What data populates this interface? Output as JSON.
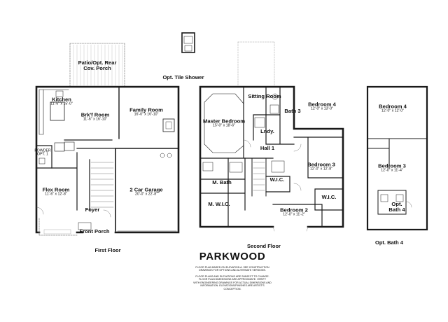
{
  "title": "PARKWOOD",
  "captions": {
    "first_floor": "First Floor",
    "second_floor": "Second Floor",
    "opt_bath4": "Opt. Bath 4",
    "opt_tile_shower": "Opt. Tile Shower"
  },
  "rooms": {
    "patio": {
      "name": "Patio/Opt. Rear Cov. Porch",
      "line1": "Patio/Opt. Rear",
      "line2": "Cov. Porch"
    },
    "kitchen": {
      "name": "Kitchen",
      "dims": "11'-6\" x 15'-0\""
    },
    "brkf": {
      "name": "Brk'f Room",
      "dims": "11'-6\" x 16'-10\""
    },
    "family": {
      "name": "Family Room",
      "dims": "16'-0\" x 16'-10\""
    },
    "flex": {
      "name": "Flex Room",
      "dims": "11'-6\" x 12'-8\""
    },
    "garage": {
      "name": "2 Car Garage",
      "dims": "20'-0\" x 22'-8\""
    },
    "foyer": {
      "name": "Foyer"
    },
    "front_porch": {
      "name": "Front Porch"
    },
    "powder": {
      "name": "POWDER",
      "detail": "OPT. 1"
    },
    "master": {
      "name": "Master Bedroom",
      "dims": "15'-0\" x 18'-6\""
    },
    "sitting": {
      "name": "Sitting Room"
    },
    "bath3": {
      "name": "Bath 3"
    },
    "lndy": {
      "name": "Lndy."
    },
    "bed4": {
      "name": "Bedroom 4",
      "dims": "12'-0\" x 13'-0\""
    },
    "hall": {
      "name": "Hall 1"
    },
    "bed3": {
      "name": "Bedroom 3",
      "dims": "12'-0\" x 12'-8\""
    },
    "mbath": {
      "name": "M. Bath"
    },
    "mwic": {
      "name": "M. W.I.C."
    },
    "wic1": {
      "name": "W.I.C."
    },
    "wic2": {
      "name": "W.I.C."
    },
    "bed2": {
      "name": "Bedroom 2",
      "dims": "12'-0\" x 11'-2\""
    },
    "alt_bed4": {
      "name": "Bedroom 4",
      "dims": "12'-0\" x 12'-0\""
    },
    "alt_bed3": {
      "name": "Bedroom 3",
      "dims": "12'-0\" x 11'-4\""
    },
    "alt_bath4": {
      "name": "Opt. Bath 4",
      "line1": "Opt.",
      "line2": "Bath 4"
    }
  },
  "notes": [
    "FLOOR PLAN BASED ON ELEVATION A. SEE CONSTRUCTION",
    "DRAWINGS FOR OPTIONS AND ALTERNATE VERSIONS.",
    "",
    "FLOOR PLANS AND ELEVATIONS ARE SUBJECT TO CHANGE.",
    "FLOOR PLAN DIMENSIONS ARE APPROXIMATE. VERIFY",
    "WITH ENGINEERING DRAWINGS FOR ACTUAL DIMENSIONS AND",
    "INFORMATION. ELEVATIONS/FINISHES ARE ARTIST'S",
    "CONCEPTION."
  ],
  "colors": {
    "wall": "#1a1a1a",
    "thin": "#555555",
    "porch": "#8a8a8a"
  }
}
